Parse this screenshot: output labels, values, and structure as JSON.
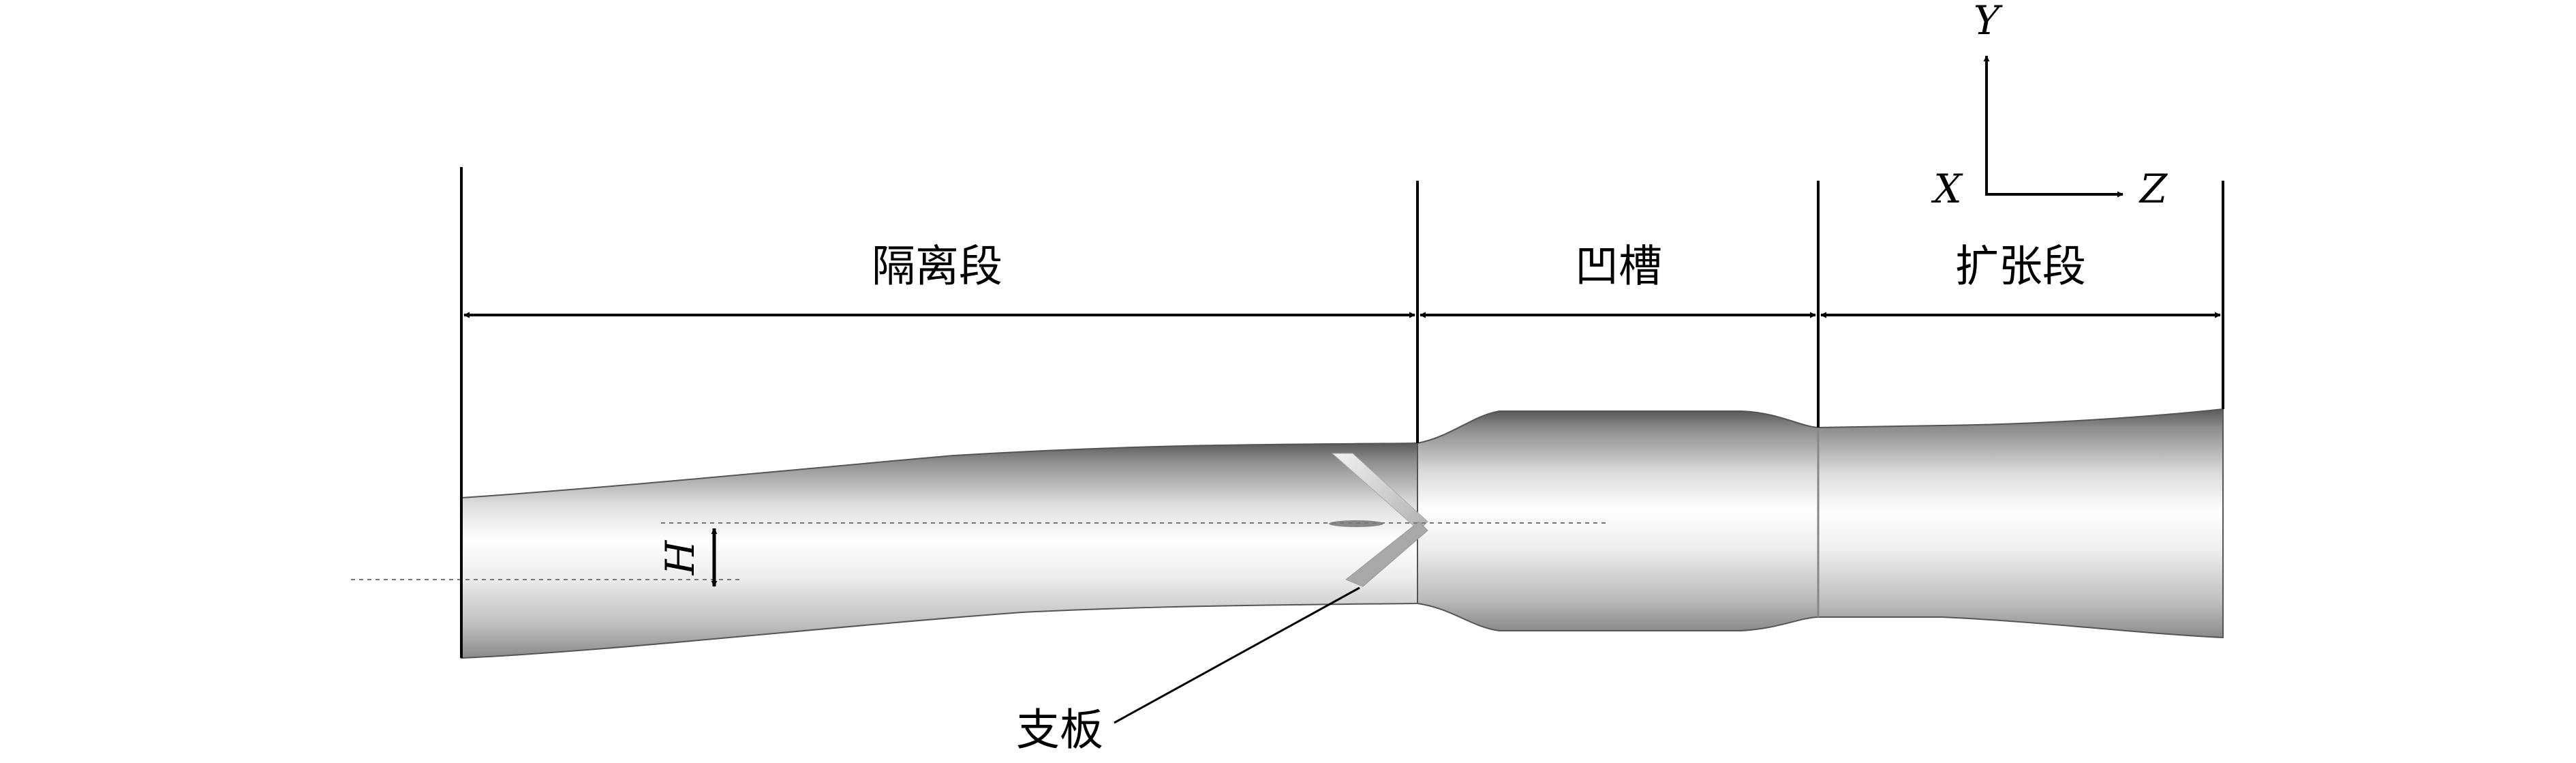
{
  "diagram": {
    "section_labels": {
      "isolator": "隔离段",
      "cavity": "凹槽",
      "expansion": "扩张段"
    },
    "strut_label": "支板",
    "height_label": "H",
    "axes": {
      "y": "Y",
      "x": "X",
      "z": "Z"
    }
  }
}
